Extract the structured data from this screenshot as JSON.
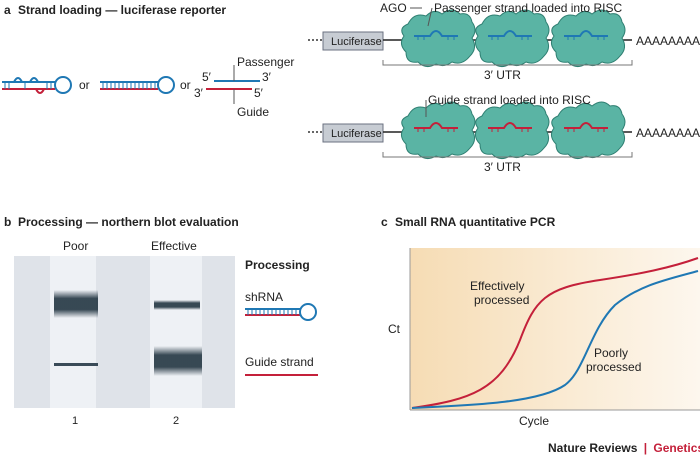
{
  "panel_a": {
    "letter": "a",
    "title": "Strand loading — luciferase reporter",
    "or_label": "or",
    "passenger_label": "Passenger",
    "guide_label": "Guide",
    "five_prime": "5′",
    "three_prime": "3′",
    "ago_label": "AGO",
    "passenger_loaded": "Passenger strand loaded into RISC",
    "guide_loaded": "Guide strand loaded into RISC",
    "luciferase": "Luciferase",
    "polya": "AAAAAAAA",
    "utr": "3′ UTR"
  },
  "panel_b": {
    "letter": "b",
    "title": "Processing — northern blot evaluation",
    "lane1_header": "Poor",
    "lane2_header": "Effective",
    "lane1_number": "1",
    "lane2_number": "2",
    "legend_title": "Processing",
    "shrna_label": "shRNA",
    "guide_label": "Guide strand"
  },
  "panel_c": {
    "letter": "c",
    "title": "Small RNA quantitative PCR",
    "ylabel": "Ct",
    "xlabel": "Cycle",
    "effective_line1": "Effectively",
    "effective_line2": "processed",
    "poor_line1": "Poorly",
    "poor_line2": "processed"
  },
  "credit": {
    "journal": "Nature Reviews",
    "separator": "|",
    "section": "Genetics"
  },
  "colors": {
    "blue": "#1f78b4",
    "red": "#c4203a",
    "teal": "#5ab4a4",
    "gray_box": "#c7ccd3",
    "blot_bg": "#dfe3e9",
    "gradient_light": "#fdf4e6",
    "gradient_dark": "#f6dcb4"
  }
}
